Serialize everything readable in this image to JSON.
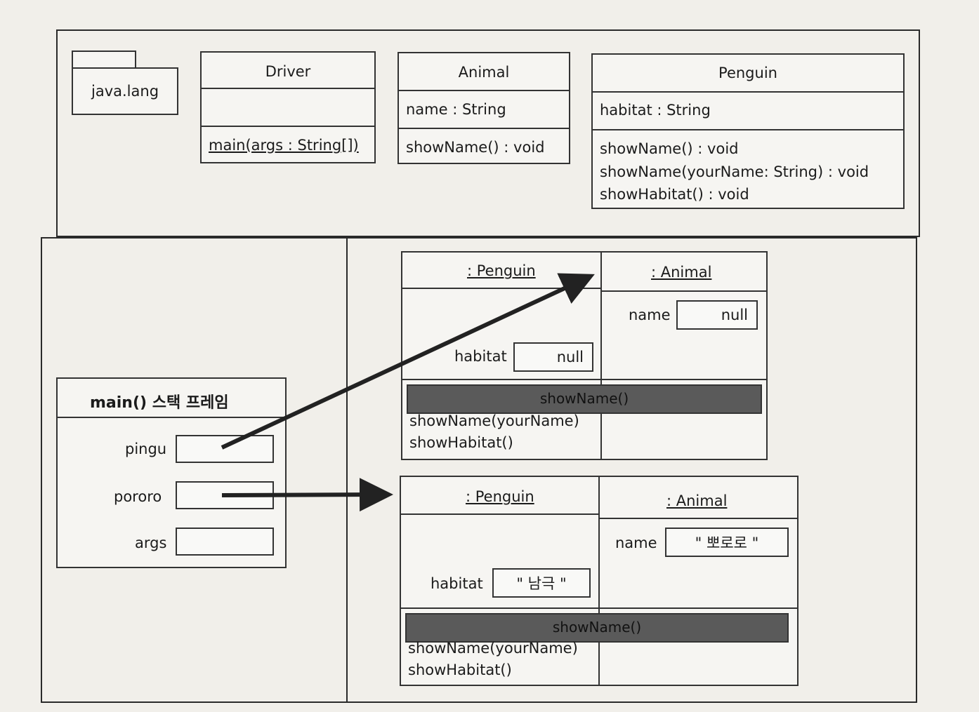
{
  "package": {
    "label": "java.lang"
  },
  "classes": {
    "driver": {
      "name": "Driver",
      "operation": "main(args : String[])"
    },
    "animal": {
      "name": "Animal",
      "attribute": "name : String",
      "operation": "showName() : void"
    },
    "penguin": {
      "name": "Penguin",
      "attribute": "habitat : String",
      "operations": [
        "showName() : void",
        "showName(yourName: String) : void",
        "showHabitat() : void"
      ]
    }
  },
  "stack_frame": {
    "title": "main() 스택 프레임",
    "vars": [
      "pingu",
      "pororo",
      "args"
    ]
  },
  "objects": [
    {
      "penguin_header": ": Penguin",
      "animal_header": ": Animal",
      "name_label": "name",
      "name_value": "null",
      "habitat_label": "habitat",
      "habitat_value": "null",
      "methods": [
        "showName()",
        "showName(yourName)",
        "showHabitat()"
      ]
    },
    {
      "penguin_header": ": Penguin",
      "animal_header": ": Animal",
      "name_label": "name",
      "name_value": "\" 뽀로로 \"",
      "habitat_label": "habitat",
      "habitat_value": "\" 남극 \"",
      "methods": [
        "showName()",
        "showName(yourName)",
        "showHabitat()"
      ]
    }
  ]
}
